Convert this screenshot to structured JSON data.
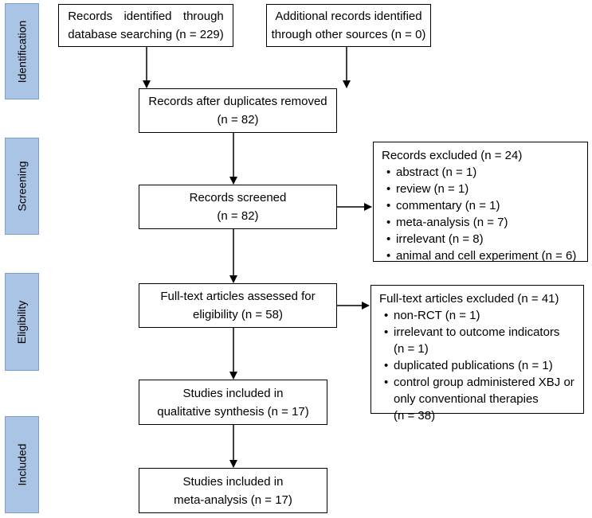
{
  "phases": {
    "identification": "Identification",
    "screening": "Screening",
    "eligibility": "Eligibility",
    "included": "Included"
  },
  "boxes": {
    "database": {
      "lines": [
        "Records identified through",
        "database searching (n = 229)"
      ]
    },
    "other": {
      "lines": [
        "Additional records identified",
        "through other sources (n = 0)"
      ]
    },
    "duplicates": {
      "lines": [
        "Records after duplicates removed",
        "(n = 82)"
      ]
    },
    "screened": {
      "lines": [
        "Records screened",
        "(n = 82)"
      ]
    },
    "fulltext": {
      "lines": [
        "Full-text articles assessed for",
        "eligibility (n = 58)"
      ]
    },
    "qualitative": {
      "lines": [
        "Studies included in",
        "qualitative synthesis (n = 17)"
      ]
    },
    "meta": {
      "lines": [
        "Studies included in",
        "meta-analysis (n = 17)"
      ]
    }
  },
  "excluded_records": {
    "title": "Records excluded (n = 24)",
    "items": [
      "abstract (n = 1)",
      "review (n = 1)",
      "commentary (n = 1)",
      "meta-analysis (n = 7)",
      "irrelevant (n = 8)",
      "animal and cell experiment (n = 6)"
    ]
  },
  "excluded_fulltext": {
    "title": "Full-text articles excluded (n = 41)",
    "items": [
      [
        "non-RCT (n = 1)"
      ],
      [
        "irrelevant to outcome indicators",
        "(n = 1)"
      ],
      [
        "duplicated publications (n = 1)"
      ],
      [
        "control group administered XBJ or",
        "only conventional therapies",
        "(n = 38)"
      ]
    ]
  }
}
